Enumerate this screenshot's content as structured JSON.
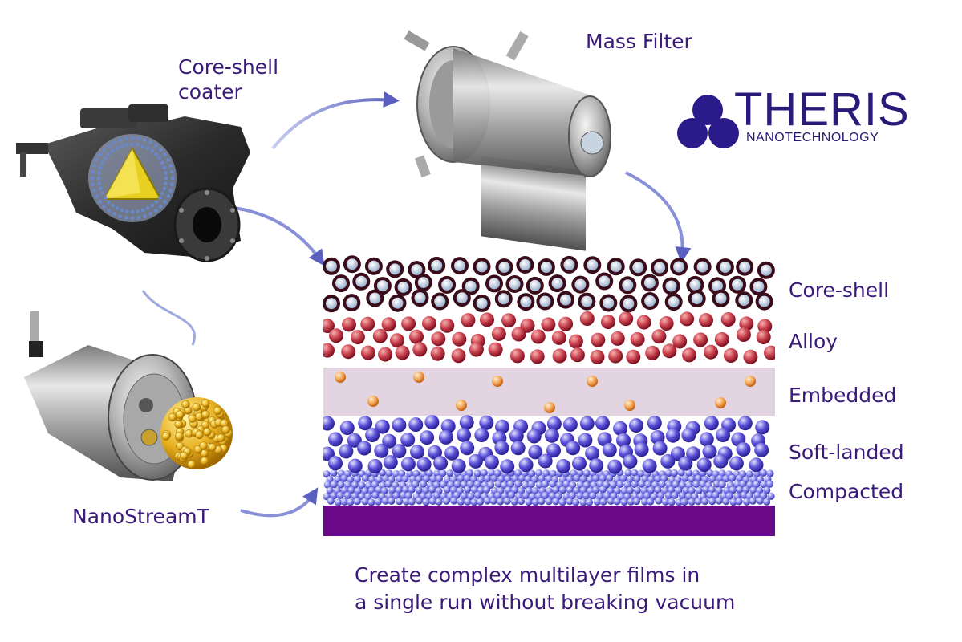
{
  "labels": {
    "coater_line1": "Core-shell",
    "coater_line2": "coater",
    "mass_filter": "Mass Filter",
    "nanostream": "NanoStreamT"
  },
  "logo": {
    "name": "THERIS",
    "sub": "NANOTECHNOLOGY"
  },
  "layers": [
    {
      "label": "Core-shell"
    },
    {
      "label": "Alloy"
    },
    {
      "label": "Embedded"
    },
    {
      "label": "Soft-landed"
    },
    {
      "label": "Compacted"
    }
  ],
  "caption": {
    "line1": "Create complex multilayer films in",
    "line2": "a single run without breaking vacuum"
  },
  "colors": {
    "text": "#3a1a7a",
    "substrate": "#6a0a8a",
    "core_shell_outer": "#3a0c1a",
    "core_shell_inner": "#d8e4f0",
    "alloy": "#c8404c",
    "embedded_band": "#e2d4e0",
    "embedded_particle": "#f0a050",
    "soft_landed": "#5a50d8",
    "compacted": "#7a78e8",
    "arrow": "#6870c8"
  }
}
